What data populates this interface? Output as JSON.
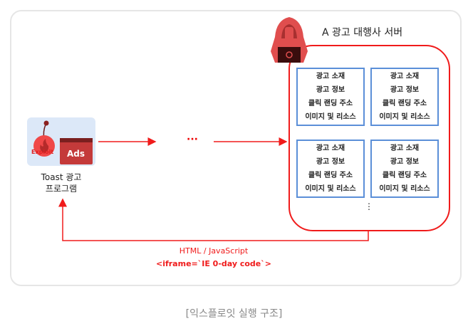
{
  "left_node": {
    "badge_exploit": "Exploit",
    "badge_ads": "Ads",
    "label_line1": "Toast 광고",
    "label_line2": "프로그램"
  },
  "connector": {
    "ellipsis": "···"
  },
  "server": {
    "title": "A 광고 대행사 서버",
    "boxes": [
      {
        "lines": [
          "광고 소재",
          "광고 정보",
          "클릭 랜딩 주소",
          "이미지 및 리소스"
        ]
      },
      {
        "lines": [
          "광고 소재",
          "광고 정보",
          "클릭 랜딩 주소",
          "이미지 및 리소스"
        ]
      },
      {
        "lines": [
          "광고 소재",
          "광고 정보",
          "클릭 랜딩 주소",
          "이미지 및 리소스"
        ]
      },
      {
        "lines": [
          "광고 소재",
          "광고 정보",
          "클릭 랜딩 주소",
          "이미지 및 리소스"
        ]
      }
    ],
    "more": "⋮"
  },
  "return_path": {
    "label1": "HTML / JavaScript",
    "label2": "<iframe=`IE 0-day code`>"
  },
  "caption": "[익스플로잇 실행 구조]",
  "colors": {
    "red": "#f01b1b",
    "blue": "#5b8fd8",
    "iconbg": "#dce8f8"
  }
}
